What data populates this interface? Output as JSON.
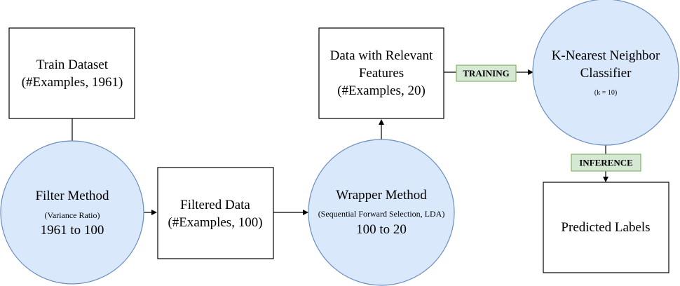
{
  "colors": {
    "circle_fill": "#dae8fc",
    "circle_stroke": "#6c8ebf",
    "tag_fill": "#d5e8d4",
    "tag_stroke": "#82b366",
    "box_fill": "#ffffff",
    "box_stroke": "#000000"
  },
  "nodes": {
    "train_dataset": {
      "line1": "Train Dataset",
      "line2": "(#Examples, 1961)"
    },
    "filter_method": {
      "title": "Filter Method",
      "sub": "(Variance Ratio)",
      "detail": "1961 to 100"
    },
    "filtered_data": {
      "line1": "Filtered Data",
      "line2": "(#Examples, 100)"
    },
    "wrapper_method": {
      "title": "Wrapper Method",
      "sub": "(Sequential Forward Selection, LDA)",
      "detail": "100 to 20"
    },
    "relevant_data": {
      "line1": "Data with Relevant",
      "line2": "Features",
      "line3": "(#Examples, 20)"
    },
    "knn": {
      "line1": "K-Nearest Neighbor",
      "line2": "Classifier",
      "sub": "(k = 10)"
    },
    "predicted": {
      "line1": "Predicted Labels"
    }
  },
  "tags": {
    "training": "TRAINING",
    "inference": "INFERENCE"
  }
}
